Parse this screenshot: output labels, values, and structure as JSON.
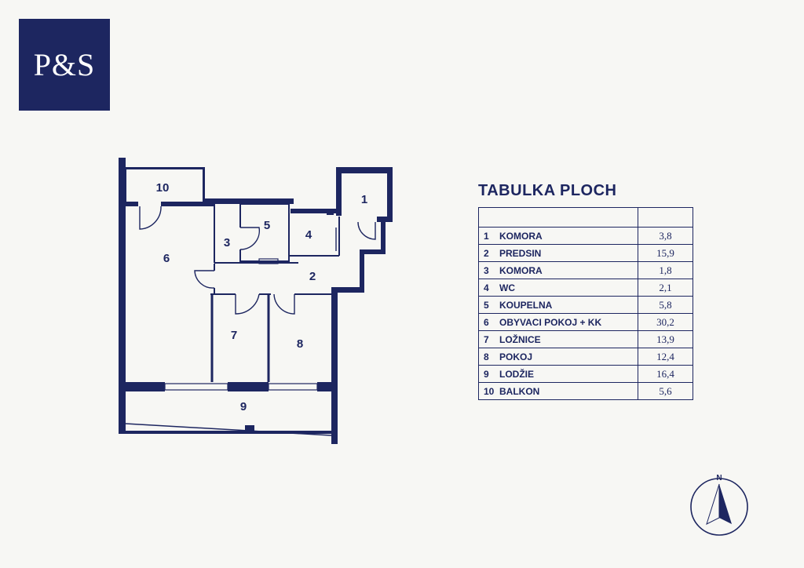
{
  "logo": {
    "text": "P&S"
  },
  "table": {
    "title": "TABULKA PLOCH",
    "header": [
      "",
      ""
    ],
    "rows": [
      {
        "num": "1",
        "name": "KOMORA",
        "area": "3,8"
      },
      {
        "num": "2",
        "name": "PREDSIN",
        "area": "15,9"
      },
      {
        "num": "3",
        "name": "KOMORA",
        "area": "1,8"
      },
      {
        "num": "4",
        "name": "WC",
        "area": "2,1"
      },
      {
        "num": "5",
        "name": "KOUPELNA",
        "area": "5,8"
      },
      {
        "num": "6",
        "name": "OBYVACI POKOJ + KK",
        "area": "30,2"
      },
      {
        "num": "7",
        "name": "LOŽNICE",
        "area": "13,9"
      },
      {
        "num": "8",
        "name": "POKOJ",
        "area": "12,4"
      },
      {
        "num": "9",
        "name": "LODŽIE",
        "area": "16,4"
      },
      {
        "num": "10",
        "name": "BALKON",
        "area": "5,6"
      }
    ]
  },
  "plan": {
    "labels": [
      "1",
      "2",
      "3",
      "4",
      "5",
      "6",
      "7",
      "8",
      "9",
      "10"
    ]
  },
  "compass": {
    "letter": "N"
  },
  "colors": {
    "navy": "#1d2660",
    "background": "#f7f7f4"
  }
}
